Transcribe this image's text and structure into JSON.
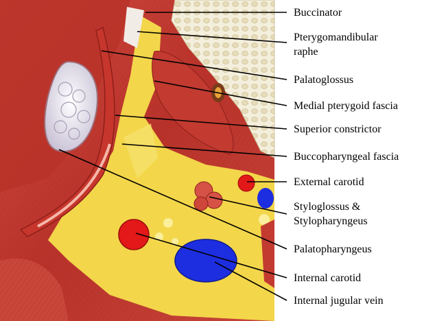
{
  "labels": [
    {
      "id": "buccinator",
      "lines": [
        "Buccinator"
      ]
    },
    {
      "id": "pterygomandibular-raphe",
      "lines": [
        "Pterygomandibular",
        "raphe"
      ]
    },
    {
      "id": "palatoglossus",
      "lines": [
        "Palatoglossus"
      ]
    },
    {
      "id": "medial-pterygoid-fascia",
      "lines": [
        "Medial pterygoid fascia"
      ]
    },
    {
      "id": "superior-constrictor",
      "lines": [
        "Superior constrictor"
      ]
    },
    {
      "id": "buccopharyngeal-fascia",
      "lines": [
        "Buccopharyngeal fascia"
      ]
    },
    {
      "id": "external-carotid",
      "lines": [
        "External carotid"
      ]
    },
    {
      "id": "styloglossus-stylopharyngeus",
      "lines": [
        "Styloglossus &",
        "Stylopharyngeus"
      ]
    },
    {
      "id": "palatopharyngeus",
      "lines": [
        "Palatopharyngeus"
      ]
    },
    {
      "id": "internal-carotid",
      "lines": [
        "Internal carotid"
      ]
    },
    {
      "id": "internal-jugular-vein",
      "lines": [
        "Internal jugular vein"
      ]
    }
  ],
  "colors": {
    "muscle": "#c0392f",
    "muscle_dark": "#8e1f19",
    "fascia_fat": "#f3d64a",
    "artery": "#e31818",
    "vein": "#1d2ee0",
    "leader_line": "#000000"
  }
}
